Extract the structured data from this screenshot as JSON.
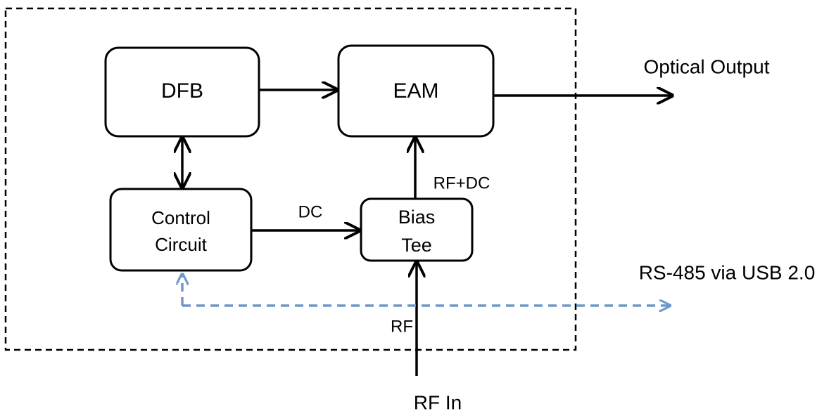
{
  "blocks": {
    "dfb": "DFB",
    "eam": "EAM",
    "control_circuit": {
      "line1": "Control",
      "line2": "Circuit"
    },
    "bias_tee": {
      "line1": "Bias",
      "line2": "Tee"
    }
  },
  "signals": {
    "dc": "DC",
    "rf_dc": "RF+DC",
    "rf": "RF",
    "rf_in": "RF In",
    "optical_output": "Optical Output",
    "serial_link": "RS-485 via USB 2.0"
  },
  "colors": {
    "stroke": "#000000",
    "dashed_link": "#6E98C8",
    "background": "#FFFFFF"
  }
}
